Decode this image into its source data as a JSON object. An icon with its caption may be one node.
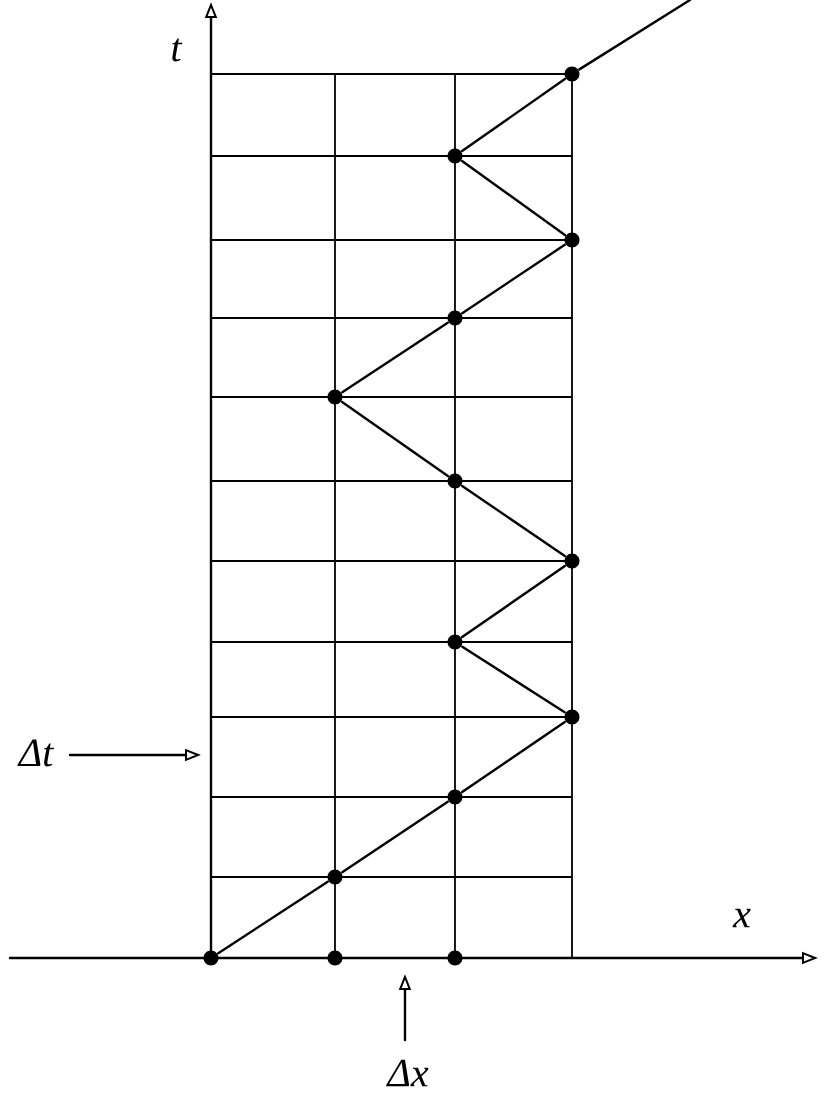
{
  "diagram": {
    "nodes": [
      {
        "text": [],
        "shape": "circle"
      },
      {
        "text": [],
        "shape": "circle"
      },
      {
        "text": [],
        "shape": "circle"
      },
      {
        "text": [],
        "shape": "circle"
      },
      {
        "text": [],
        "shape": "circle"
      },
      {
        "text": [],
        "shape": "circle"
      },
      {
        "text": [],
        "shape": "circle"
      },
      {
        "text": [],
        "shape": "circle"
      },
      {
        "text": [],
        "shape": "circle"
      },
      {
        "text": [],
        "shape": "circle"
      },
      {
        "text": [],
        "shape": "circle"
      },
      {
        "text": [],
        "shape": "circle"
      },
      {
        "text": [],
        "shape": "circle"
      },
      {
        "text": [],
        "shape": "circle"
      }
    ],
    "edges": [
      {
        "from": 11,
        "to": 10,
        "arrow": "none"
      },
      {
        "from": 10,
        "to": 9,
        "arrow": "none"
      },
      {
        "from": 9,
        "to": 8,
        "arrow": "none"
      },
      {
        "from": 8,
        "to": 7,
        "arrow": "none"
      },
      {
        "from": 7,
        "to": 6,
        "arrow": "none"
      },
      {
        "from": 6,
        "to": 5,
        "arrow": "none"
      },
      {
        "from": 5,
        "to": 4,
        "arrow": "none"
      },
      {
        "from": 4,
        "to": 3,
        "arrow": "none"
      },
      {
        "from": 3,
        "to": 2,
        "arrow": "none"
      },
      {
        "from": 2,
        "to": 1,
        "arrow": "none"
      },
      {
        "from": 1,
        "to": 0,
        "arrow": "none"
      },
      {
        "from": 0,
        "to": null,
        "arrow": "none"
      }
    ],
    "labels": [
      "t",
      "x",
      "Δt",
      "Δx"
    ]
  }
}
